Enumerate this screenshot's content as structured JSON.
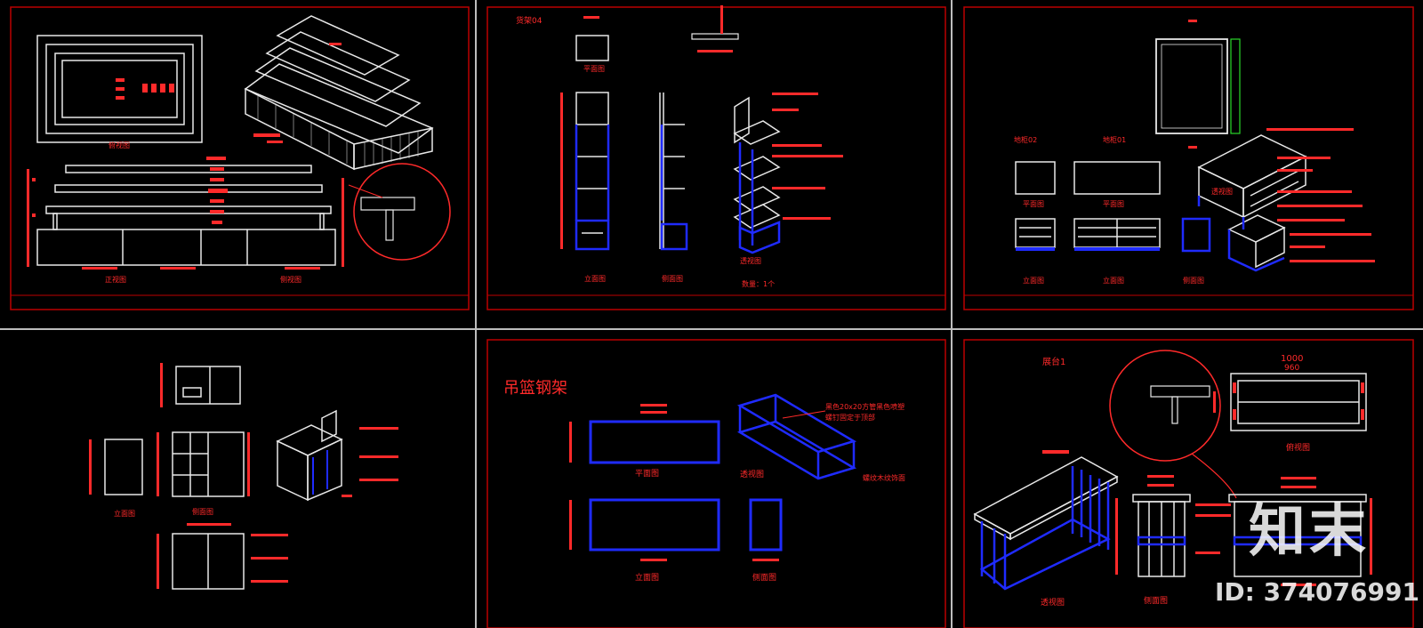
{
  "panels": [
    {
      "id": "p1",
      "labels": {
        "plan": "俯视图",
        "front": "正视图",
        "side": "侧视图"
      }
    },
    {
      "id": "p2",
      "labels": {
        "rack_code": "货架04",
        "top": "平面图",
        "front": "立面图",
        "side": "侧面图",
        "iso": "透视图",
        "qty": "数量：1个"
      }
    },
    {
      "id": "p3",
      "labels": {
        "code_a": "地柜02",
        "code_b": "地柜01",
        "top_a": "平面图",
        "top_b": "平面图",
        "front_a": "立面图",
        "front_b": "立面图",
        "side_a": "侧面图",
        "iso": "透视图"
      }
    },
    {
      "id": "p4",
      "labels": {
        "front": "立面图",
        "side": "侧面图"
      }
    },
    {
      "id": "p5",
      "labels": {
        "title": "吊篮钢架",
        "plan": "平面图",
        "iso": "透视图",
        "front": "立面图",
        "side": "侧面图",
        "note1": "黑色20x20方管黑色喷塑",
        "note2": "螺钉固定于顶部",
        "note3": "螺纹木纹饰面"
      }
    },
    {
      "id": "p6",
      "labels": {
        "title": "展台1",
        "top": "俯视图",
        "iso": "透视图",
        "side": "侧面图",
        "dim1": "1000",
        "dim2": "960"
      }
    }
  ],
  "watermark": {
    "brand": "知末",
    "id_text": "ID: 374076991"
  },
  "colors": {
    "red": "#ff2a2a",
    "blue": "#1f2bff",
    "white": "#e8e8e8",
    "bg": "#000000"
  }
}
